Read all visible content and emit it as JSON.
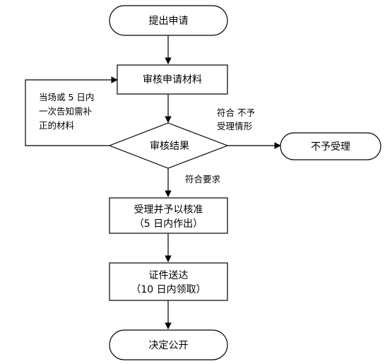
{
  "nodes": {
    "apply": "提出申请",
    "review_materials": "审核申请材料",
    "result": "审核结果",
    "reject": "不予受理",
    "accept_line1": "受理并予以核准",
    "accept_line2": "（5 日内作出）",
    "deliver_line1": "证件送达",
    "deliver_line2": "（10 日内领取）",
    "publish": "决定公开"
  },
  "edge_labels": {
    "supplement_line1": "当场或 5 日内",
    "supplement_line2": "一次告知需补",
    "supplement_line3": "正的材料",
    "not_met_line1": "符合 不予",
    "not_met_line2": "受理情形",
    "met": "符合要求"
  }
}
